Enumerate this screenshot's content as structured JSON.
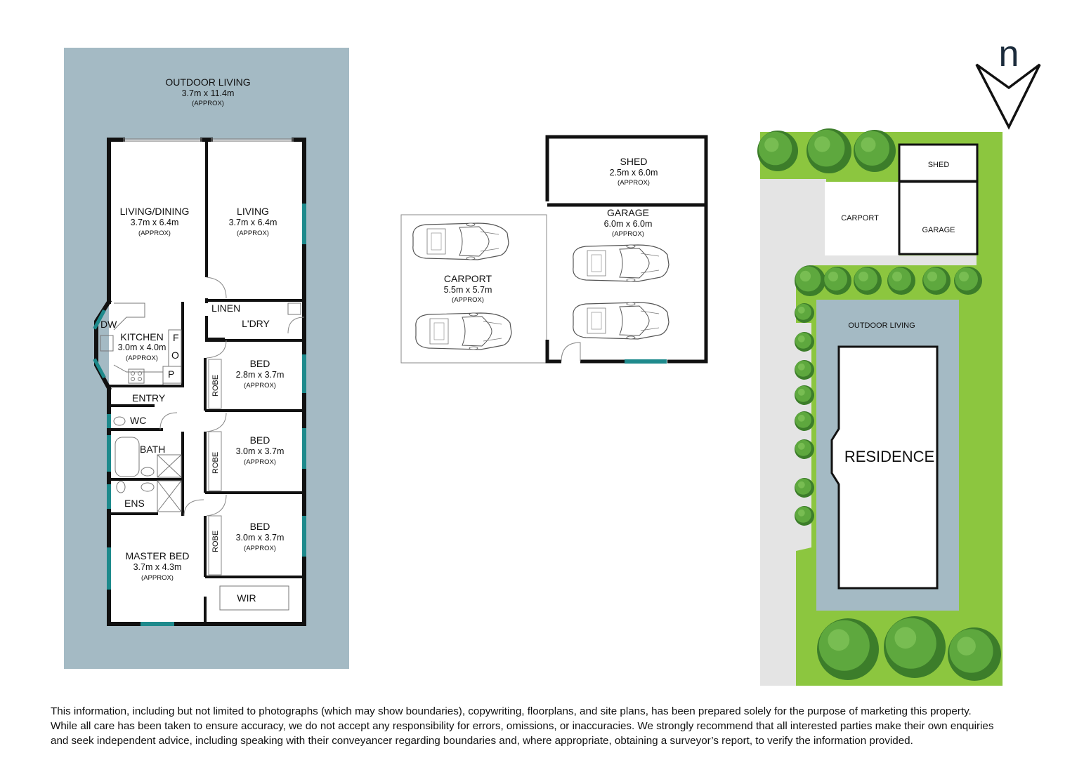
{
  "floorplan": {
    "outdoor_living": {
      "name": "OUTDOOR LIVING",
      "size": "3.7m x 11.4m",
      "approx": "(APPROX)"
    },
    "rooms": [
      {
        "id": "living-dining",
        "name": "LIVING/DINING",
        "size": "3.7m x 6.4m",
        "approx": "(APPROX)"
      },
      {
        "id": "living",
        "name": "LIVING",
        "size": "3.7m x 6.4m",
        "approx": "(APPROX)"
      },
      {
        "id": "kitchen",
        "name": "KITCHEN",
        "size": "3.0m x 4.0m",
        "approx": "(APPROX)"
      },
      {
        "id": "bed-1",
        "name": "BED",
        "size": "2.8m x 3.7m",
        "approx": "(APPROX)"
      },
      {
        "id": "bed-2",
        "name": "BED",
        "size": "3.0m x 3.7m",
        "approx": "(APPROX)"
      },
      {
        "id": "bed-3",
        "name": "BED",
        "size": "3.0m x 3.7m",
        "approx": "(APPROX)"
      },
      {
        "id": "master-bed",
        "name": "MASTER BED",
        "size": "3.7m x 4.3m",
        "approx": "(APPROX)"
      }
    ],
    "minor_labels": {
      "linen": "LINEN",
      "laundry": "L'DRY",
      "dw": "DW",
      "fridge": "F",
      "oven": "O",
      "pantry": "P",
      "entry": "ENTRY",
      "wc": "WC",
      "bath": "BATH",
      "ens": "ENS",
      "robe": "ROBE",
      "wir": "WIR"
    }
  },
  "outbuildings": {
    "shed": {
      "name": "SHED",
      "size": "2.5m x 6.0m",
      "approx": "(APPROX)"
    },
    "garage": {
      "name": "GARAGE",
      "size": "6.0m x 6.0m",
      "approx": "(APPROX)"
    },
    "carport": {
      "name": "CARPORT",
      "size": "5.5m x 5.7m",
      "approx": "(APPROX)"
    }
  },
  "siteplan": {
    "north": "n",
    "shed": "SHED",
    "carport": "CARPORT",
    "garage": "GARAGE",
    "outdoor_living": "OUTDOOR LIVING",
    "residence": "RESIDENCE"
  },
  "colors": {
    "outdoor": "#a4bac4",
    "wall": "#111111",
    "window": "#1e8a8c",
    "lawn": "#8cc63f",
    "tree": "#5ea83e",
    "tree_dark": "#3c7d2a",
    "paving": "#e4e4e4"
  },
  "disclaimer": [
    "This information, including but not limited to photographs (which may show boundaries), copywriting, floorplans, and site plans, has been prepared solely for the purpose of marketing this property.",
    "While all care has been taken to ensure accuracy, we do not accept any responsibility for errors, omissions, or inaccuracies. We strongly recommend that all interested parties make their own enquiries",
    "and seek independent advice,  including speaking with their conveyancer regarding boundaries and, where appropriate, obtaining a surveyor’s report, to verify the information provided."
  ]
}
